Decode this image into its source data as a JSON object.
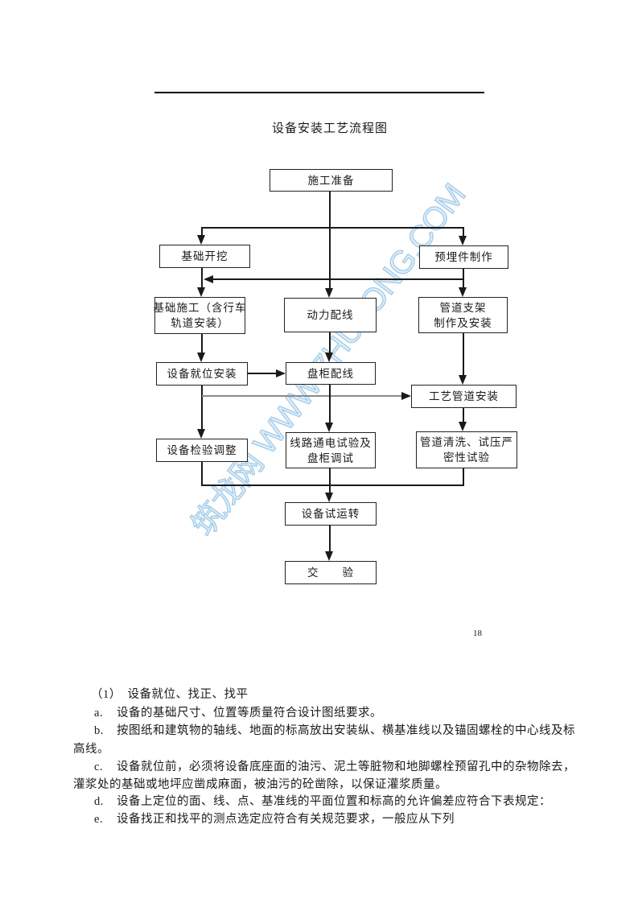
{
  "page": {
    "number": "18"
  },
  "flowchart": {
    "title": "设备安装工艺流程图",
    "watermark": "筑龙网 WWW.ZHULONG.COM",
    "nodes": {
      "prep": "施工准备",
      "excavation": "基础开挖",
      "embedded": "预埋件制作",
      "foundation_l1": "基础施工（含行车",
      "foundation_l2": "轨道安装）",
      "power": "动力配线",
      "support_l1": "管道支架",
      "support_l2": "制作及安装",
      "positioning": "设备就位安装",
      "panel": "盘柜配线",
      "pipe_install": "工艺管道安装",
      "inspection": "设备检验调整",
      "line_test_l1": "线路通电试验及",
      "line_test_l2": "盘柜调试",
      "pipe_test_l1": "管道清洗、试压严",
      "pipe_test_l2": "密性试验",
      "trial_run": "设备试运转",
      "acceptance": "交　　验"
    }
  },
  "body": {
    "heading": "（1）　设备就位、找正、找平",
    "items": [
      {
        "label": "a.",
        "text": "设备的基础尺寸、位置等质量符合设计图纸要求。"
      },
      {
        "label": "b.",
        "text": "按图纸和建筑物的轴线、地面的标高放出安装纵、横基准线以及锚固螺栓的中心线及标",
        "cont": "高线。"
      },
      {
        "label": "c.",
        "text": "设备就位前，必须将设备底座面的油污、泥土等脏物和地脚螺栓预留孔中的杂物除去，",
        "cont": "灌浆处的基础或地坪应凿成麻面，被油污的砼凿除，以保证灌浆质量。"
      },
      {
        "label": "d.",
        "text": "设备上定位的面、线、点、基准线的平面位置和标高的允许偏差应符合下表规定："
      },
      {
        "label": "e.",
        "text": "设备找正和找平的测点选定应符合有关规范要求，一般应从下列"
      }
    ]
  },
  "colors": {
    "line": "#1a1a1a",
    "gray_line": "#8a8a8a",
    "watermark_stroke": "#a6cde8"
  }
}
